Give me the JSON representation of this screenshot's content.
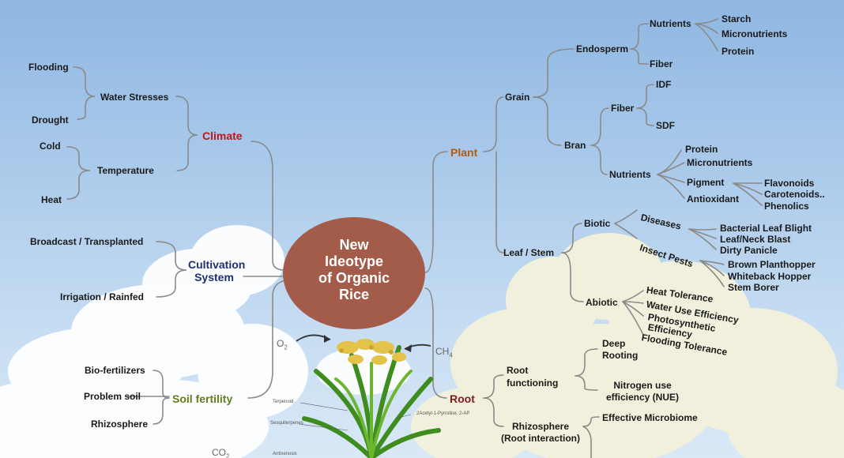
{
  "center": {
    "lines": [
      "New",
      "Ideotype",
      "of Organic",
      "Rice"
    ]
  },
  "climate": {
    "label": "Climate",
    "water_stresses": {
      "label": "Water Stresses",
      "items": [
        "Flooding",
        "Drought"
      ]
    },
    "temperature": {
      "label": "Temperature",
      "items": [
        "Cold",
        "Heat"
      ]
    }
  },
  "cultivation": {
    "label_lines": [
      "Cultivation",
      "System"
    ],
    "items": [
      "Broadcast / Transplanted",
      "Irrigation / Rainfed"
    ]
  },
  "soil": {
    "label": "Soil fertility",
    "items": [
      "Bio-fertilizers",
      "Problem soil",
      "Rhizosphere"
    ]
  },
  "plant": {
    "label": "Plant",
    "grain": {
      "label": "Grain",
      "endosperm": {
        "label": "Endosperm",
        "nutrients": {
          "label": "Nutrients",
          "items": [
            "Starch",
            "Micronutrients",
            "Protein"
          ]
        },
        "fiber": "Fiber"
      },
      "bran": {
        "label": "Bran",
        "fiber": {
          "label": "Fiber",
          "items": [
            "IDF",
            "SDF"
          ]
        },
        "nutrients": {
          "label": "Nutrients",
          "protein": "Protein",
          "micronutrients": "Micronutrients",
          "pigment": {
            "label": "Pigment",
            "items": [
              "Flavonoids",
              "Carotenoids..",
              "Phenolics"
            ]
          },
          "antioxidant": "Antioxidant"
        }
      }
    },
    "leaf_stem": {
      "label": "Leaf / Stem",
      "biotic": {
        "label": "Biotic",
        "diseases": {
          "label": "Diseases",
          "items": [
            "Bacterial Leaf Blight",
            "Leaf/Neck Blast",
            "Dirty Panicle"
          ]
        },
        "insect_pests": {
          "label": "Insect Pests",
          "items": [
            "Brown Planthopper",
            "Whiteback Hopper",
            "Stem Borer"
          ]
        }
      },
      "abiotic": {
        "label": "Abiotic",
        "items": [
          "Heat Tolerance",
          "Water Use Efficiency",
          "Photosynthetic",
          "Efficiency",
          "Flooding Tolerance"
        ]
      }
    }
  },
  "root": {
    "label": "Root",
    "functioning": {
      "label_lines": [
        "Root",
        "functioning"
      ],
      "items": [
        [
          "Deep",
          "Rooting"
        ],
        [
          "Nitrogen use",
          "efficiency (NUE)"
        ]
      ]
    },
    "rhizosphere": {
      "label_lines": [
        "Rhizosphere",
        "(Root interaction)"
      ],
      "items": [
        "Effective Microbiome"
      ]
    }
  },
  "gases": {
    "o2": "O",
    "o2_sub": "2",
    "ch4": "CH",
    "ch4_sub": "4",
    "co2": "CO",
    "co2_sub": "2"
  },
  "compounds": [
    "Terpenoid",
    "Sesquiterpenes",
    "Antixenosis",
    "2Acetyl-1-Pyrroline, 2-AP"
  ],
  "colors": {
    "climate": "#c0141c",
    "cultivation": "#1d2f6f",
    "soil": "#5f7d1e",
    "plant": "#b35a10",
    "root": "#7a1d1d",
    "hub": "#a35c4a",
    "connector": "#8a8a8a"
  }
}
